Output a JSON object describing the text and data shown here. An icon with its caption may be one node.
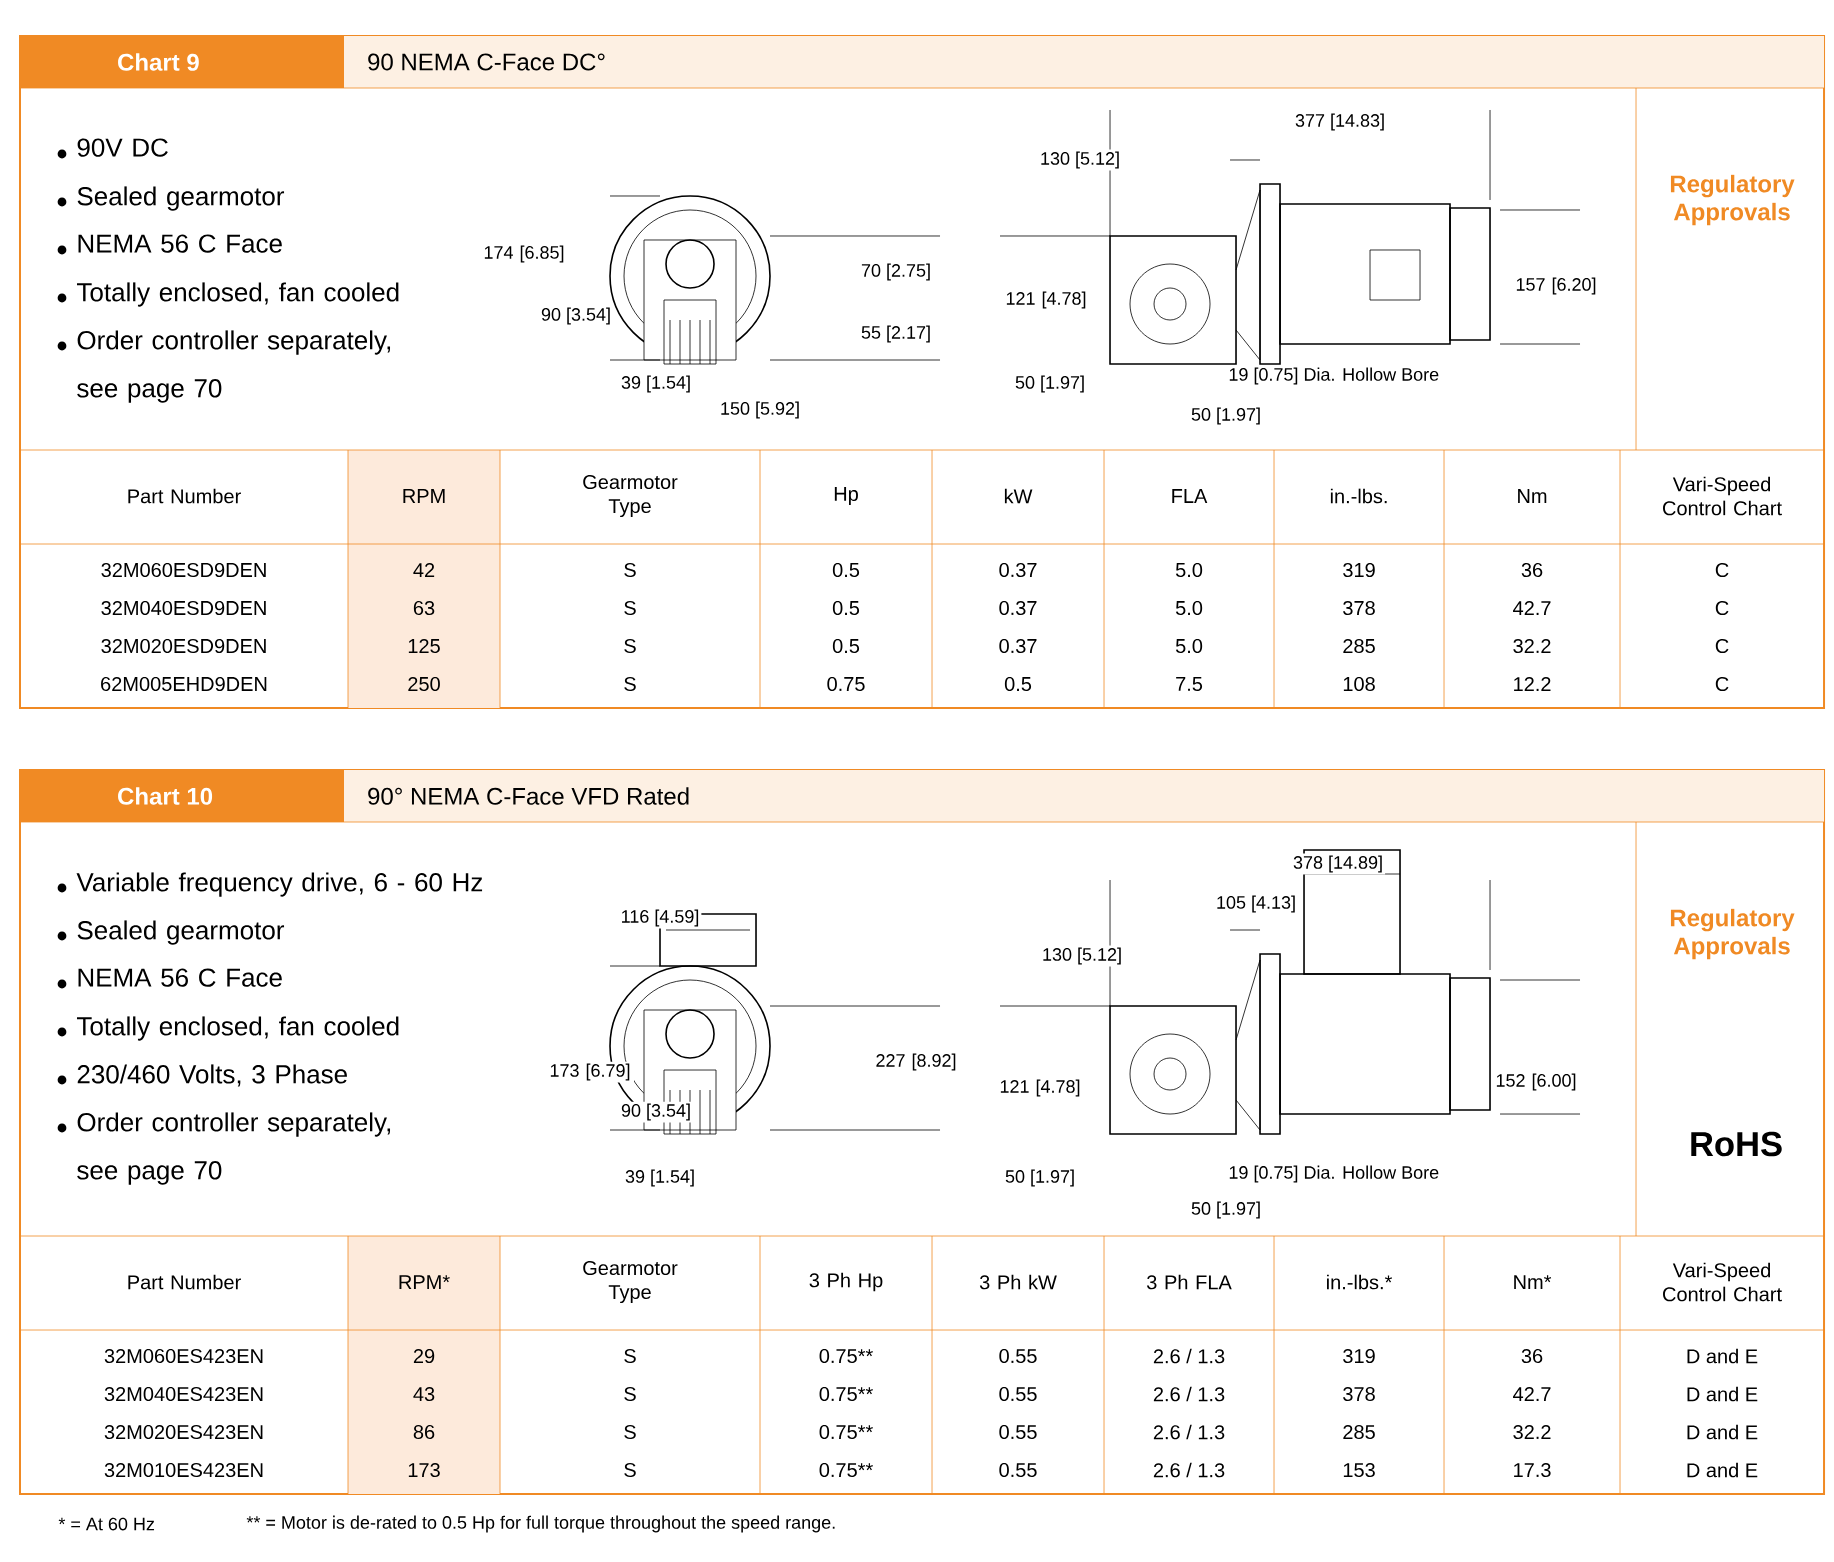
{
  "diagram": {
    "labels": [
      "Chart 9",
      "90 NEMA C-Face DC°",
      "90V DC",
      "Sealed gearmotor",
      "NEMA 56 C Face",
      "Totally enclosed, fan cooled",
      "Order controller separately, see page 70",
      "174 [6.85]",
      "90 [3.54]",
      "70 [2.75]",
      "55 [2.17]",
      "39 [1.54]",
      "150 [5.92]",
      "377 [14.83]",
      "130 [5.12]",
      "121 [4.78]",
      "157 [6.20]",
      "50 [1.97]",
      "19 [0.75] Dia. Hollow Bore",
      "50 [1.97]",
      "Regulatory Approvals",
      "Part Number",
      "RPM",
      "Gearmotor Type",
      "Hp",
      "kW",
      "FLA",
      "in.-lbs.",
      "Nm",
      "Vari-Speed Control Chart",
      "32M060ESD9DEN",
      "42",
      "S",
      "0.5",
      "0.37",
      "5.0",
      "319",
      "36",
      "C",
      "32M040ESD9DEN",
      "63",
      "S",
      "0.5",
      "0.37",
      "5.0",
      "378",
      "42.7",
      "C",
      "32M020ESD9DEN",
      "125",
      "S",
      "0.5",
      "0.37",
      "5.0",
      "285",
      "32.2",
      "C",
      "62M005EHD9DEN",
      "250",
      "S",
      "0.75",
      "0.5",
      "7.5",
      "108",
      "12.2",
      "C",
      "Chart 10",
      "90° NEMA C-Face VFD Rated",
      "Variable frequency drive, 6 - 60 Hz",
      "Sealed gearmotor",
      "NEMA 56 C Face",
      "Totally enclosed, fan cooled",
      "230/460 Volts, 3 Phase",
      "Order controller separately, see page 70",
      "116 [4.59]",
      "173 [6.79]",
      "90 [3.54]",
      "227 [8.92]",
      "39 [1.54]",
      "378 [14.89]",
      "105 [4.13]",
      "130 [5.12]",
      "121 [4.78]",
      "152 [6.00]",
      "50 [1.97]",
      "19 [0.75] Dia. Hollow Bore",
      "50 [1.97]",
      "Regulatory Approvals",
      "RoHS",
      "Part Number",
      "RPM*",
      "Gearmotor Type",
      "3 Ph Hp",
      "3 Ph kW",
      "3 Ph FLA",
      "in.-lbs.*",
      "Nm*",
      "Vari-Speed Control Chart",
      "32M060ES423EN",
      "29",
      "S",
      "0.75**",
      "0.55",
      "2.6 / 1.3",
      "319",
      "36",
      "D and E",
      "32M040ES423EN",
      "43",
      "S",
      "0.75**",
      "0.55",
      "2.6 / 1.3",
      "378",
      "42.7",
      "D and E",
      "32M020ES423EN",
      "86",
      "S",
      "0.75**",
      "0.55",
      "2.6 / 1.3",
      "285",
      "32.2",
      "D and E",
      "32M010ES423EN",
      "173",
      "S",
      "0.75**",
      "0.55",
      "2.6 / 1.3",
      "153",
      "17.3",
      "D and E",
      "* = At 60 Hz",
      "** = Motor is de-rated to 0.5 Hp for full torque throughout the speed range."
    ]
  }
}
